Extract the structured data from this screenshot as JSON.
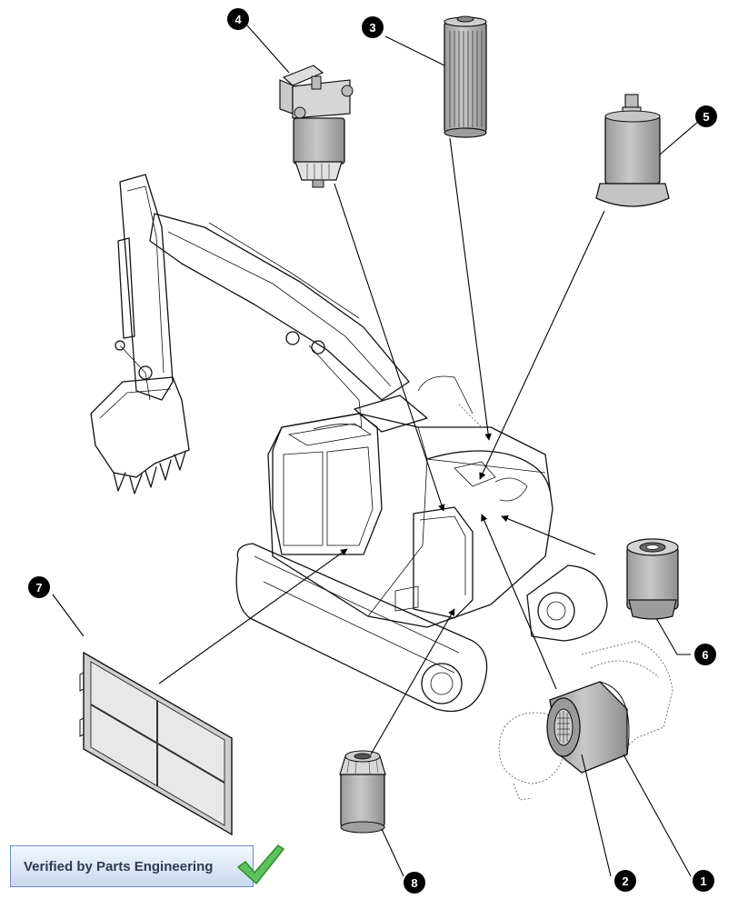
{
  "callouts": [
    {
      "id": "1",
      "label": "1"
    },
    {
      "id": "2",
      "label": "2"
    },
    {
      "id": "3",
      "label": "3"
    },
    {
      "id": "4",
      "label": "4"
    },
    {
      "id": "5",
      "label": "5"
    },
    {
      "id": "6",
      "label": "6"
    },
    {
      "id": "7",
      "label": "7"
    },
    {
      "id": "8",
      "label": "8"
    }
  ],
  "badge": {
    "text": "Verified by Parts Engineering",
    "icon": "checkmark-icon",
    "color": "#3aa73a"
  },
  "colors": {
    "filter_fill": "#b7b7b7",
    "panel_fill": "#e5e5e5",
    "line": "#111111"
  }
}
